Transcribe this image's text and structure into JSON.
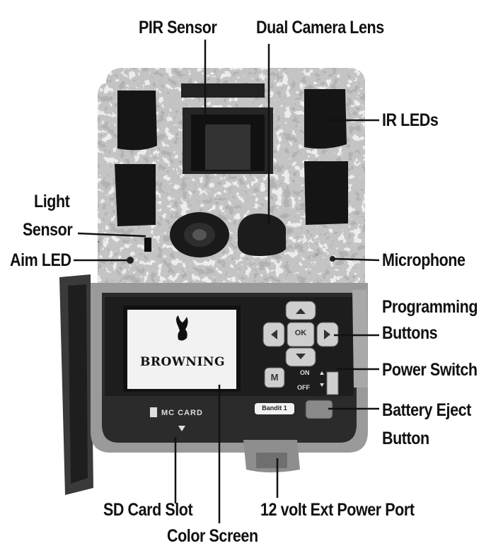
{
  "labels": {
    "pir_sensor": "PIR Sensor",
    "dual_camera_lens": "Dual Camera Lens",
    "ir_leds": "IR LEDs",
    "light_sensor_line1": "Light",
    "light_sensor_line2": "Sensor",
    "aim_led": "Aim LED",
    "microphone": "Microphone",
    "programming_buttons_line1": "Programming",
    "programming_buttons_line2": "Buttons",
    "power_switch": "Power Switch",
    "battery_eject_line1": "Battery Eject",
    "battery_eject_line2": "Button",
    "sd_card_slot": "SD Card Slot",
    "ext_power_port": "12 volt Ext Power Port",
    "color_screen": "Color Screen"
  },
  "device": {
    "brand": "BROWNING",
    "sd_label": "MC CARD",
    "ok_label": "OK",
    "menu_label": "M",
    "on_label": "ON",
    "off_label": "OFF",
    "battery_label": "Bandit 1"
  },
  "colors": {
    "camo_base": "#7d7d7d",
    "camo_dark": "#2a2a2a",
    "camo_light": "#d6d6d6",
    "panel": "#2b2b2b",
    "screen": "#f2f2f2",
    "line": "#111111"
  }
}
